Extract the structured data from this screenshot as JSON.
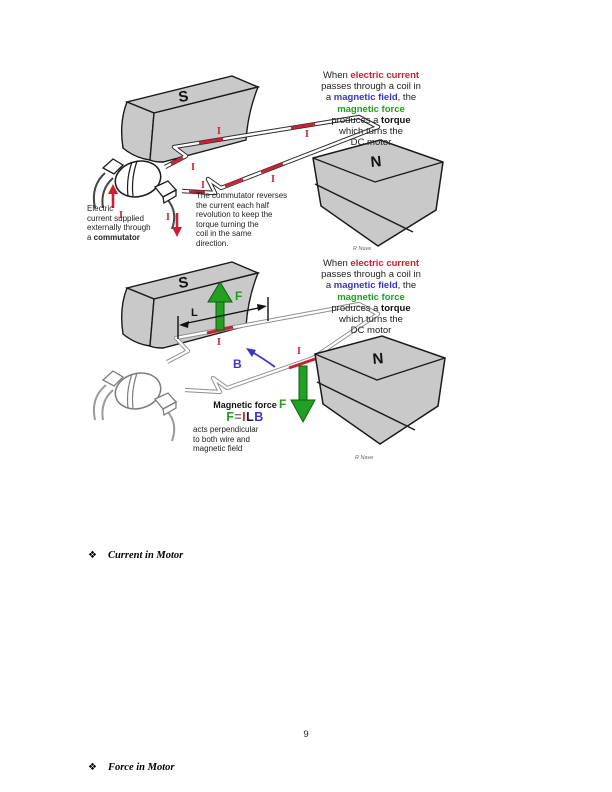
{
  "page": {
    "number": "9",
    "headings": {
      "current": {
        "bullet": "❖",
        "label": "Current in Motor"
      },
      "force": {
        "bullet": "❖",
        "label": "Force in Motor"
      }
    }
  },
  "motor_caption": {
    "l1a": "When ",
    "l1b": "electric current",
    "l2": "passes through a  coil in",
    "l3a": "a ",
    "l3b": "magnetic field",
    "l3c": ", the",
    "l4": "magnetic force",
    "l5a": "produces a ",
    "l5b": "torque",
    "l6": "which turns the",
    "l7": "DC motor"
  },
  "figure1": {
    "supply_note": {
      "l1": "Electric",
      "l2": "current supplied",
      "l3": "externally through",
      "l4a": "a ",
      "l4b": "commutator"
    },
    "commutator_note": {
      "l1": "The commutator reverses",
      "l2": "the current each half",
      "l3": "revolution to keep the",
      "l4": "torque turning the",
      "l5": "coil in the same",
      "l6": "direction."
    },
    "labels": {
      "south": "S",
      "north": "N",
      "current": "I",
      "credit": "R Nave"
    }
  },
  "figure2": {
    "force_note": {
      "title": "Magnetic force",
      "f": "F",
      "eq": "=",
      "i": "I",
      "l": "L",
      "b": "B",
      "d1": "acts perpendicular",
      "d2": "to both wire and",
      "d3": "magnetic field"
    },
    "labels": {
      "south": "S",
      "north": "N",
      "current": "I",
      "force": "F",
      "length": "L",
      "field": "B",
      "credit": "R Nave"
    }
  },
  "colors": {
    "current_red": "#cc1f33",
    "field_blue": "#3a35c9",
    "force_green": "#1f9e1f",
    "magnet_gray": "#c9c9c9"
  }
}
